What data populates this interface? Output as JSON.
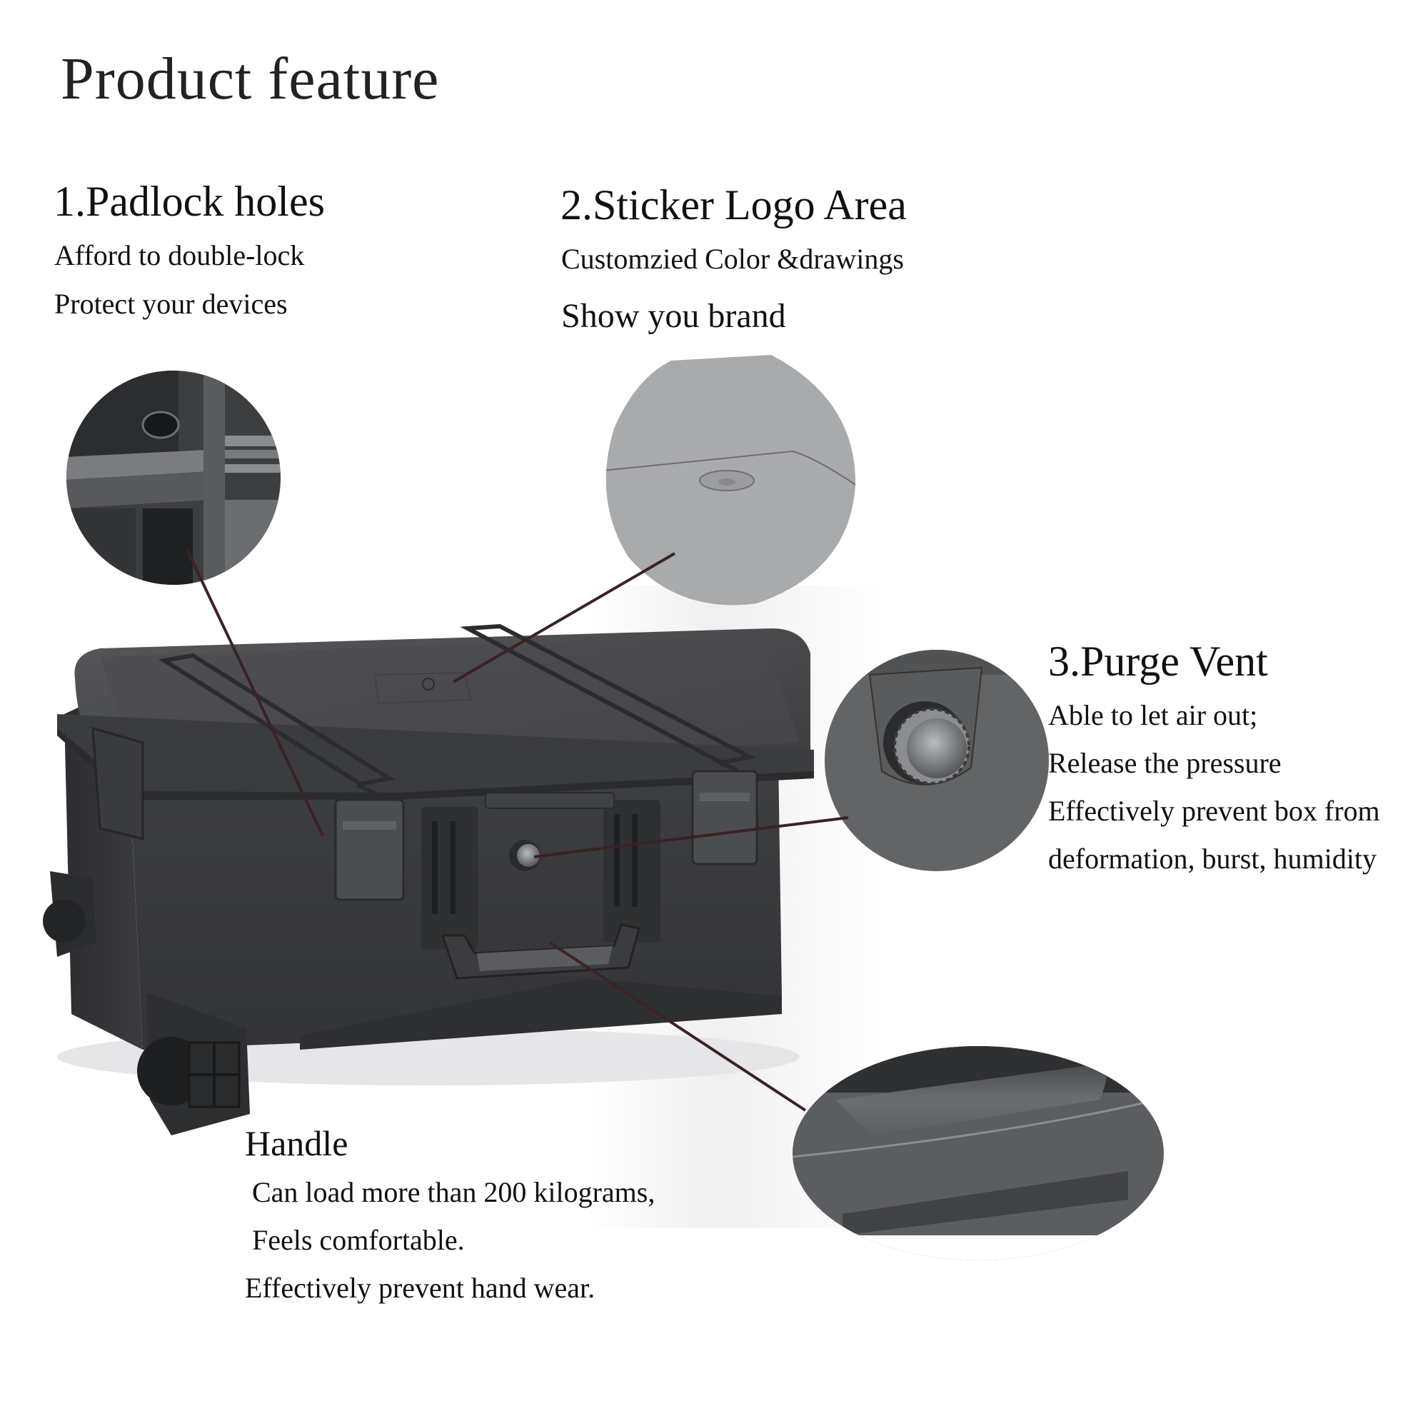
{
  "page_title": "Product feature",
  "features": [
    {
      "id": "padlock",
      "heading": "1.Padlock holes",
      "lines": [
        "Afford to double-lock",
        "Protect your devices"
      ]
    },
    {
      "id": "sticker",
      "heading": "2.Sticker Logo Area",
      "lines": [
        "Customzied Color &drawings",
        "Show you brand"
      ]
    },
    {
      "id": "vent",
      "heading": "3.Purge Vent",
      "lines": [
        "Able to let air out;",
        "Release the pressure",
        "Effectively prevent box from",
        "deformation, burst, humidity"
      ]
    },
    {
      "id": "handle",
      "heading": "Handle",
      "lines": [
        " Can load more than 200 kilograms,",
        " Feels comfortable.",
        "Effectively prevent hand wear."
      ]
    }
  ],
  "colors": {
    "case_body": "#3a3b3d",
    "case_lid": "#46474a",
    "leader_line": "#3a2226",
    "sticker_inset": "#a9aaac"
  }
}
